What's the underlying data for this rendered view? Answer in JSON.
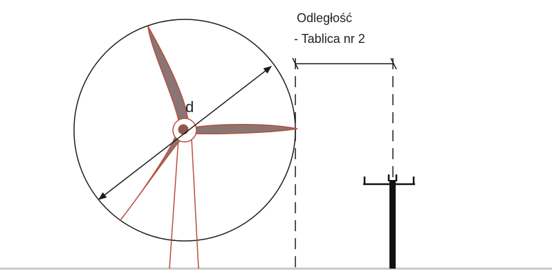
{
  "labels": {
    "distance_title": "Odległość",
    "distance_subtitle": "- Tablica nr 2",
    "diameter": "d"
  },
  "colors": {
    "background": "#ffffff",
    "line": "#1a1a1a",
    "turbine_outline": "#b5503c",
    "blade_fill": "#8a7575",
    "pole": "#111111",
    "ground": "#c8c8c8"
  }
}
